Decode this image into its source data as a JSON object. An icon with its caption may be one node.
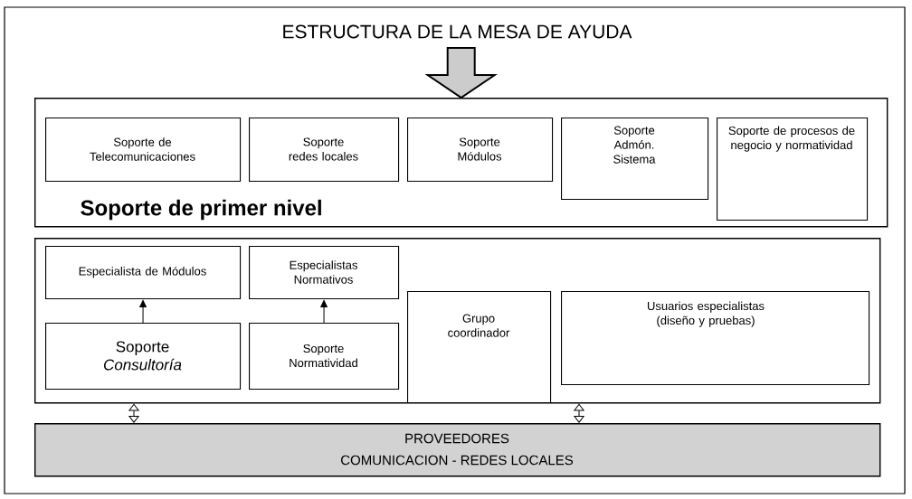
{
  "diagram": {
    "title": "ESTRUCTURA DE LA MESA DE AYUDA",
    "nodes": [
      {
        "text": [
          "Soporte de primer nivel"
        ]
      },
      {
        "text": [
          "Soporte de Telecomunicaciones"
        ],
        "in": 0
      },
      {
        "text": [
          "Soporte redes locales"
        ],
        "in": 0
      },
      {
        "text": [
          "Soporte Módulos"
        ],
        "in": 0
      },
      {
        "text": [
          "Soporte Admón. Sistema"
        ],
        "in": 0
      },
      {
        "text": [
          "Soporte de procesos de negocio y normatividad"
        ],
        "in": 0
      },
      {
        "text": [],
        "shape": "box"
      },
      {
        "text": [
          "Especialista de Módulos"
        ],
        "in": 6
      },
      {
        "text": [
          "Especialistas Normativos"
        ],
        "in": 6
      },
      {
        "text": [
          "Soporte *Consultoría*"
        ],
        "in": 6
      },
      {
        "text": [
          "Soporte Normatividad"
        ],
        "in": 6
      },
      {
        "text": [
          "Grupo coordinador"
        ],
        "in": 6
      },
      {
        "text": [
          "Usuarios especialistas (diseño y pruebas)"
        ],
        "in": 6
      },
      {
        "text": [
          "PROVEEDORES",
          "COMUNICACION - REDES LOCALES"
        ]
      }
    ],
    "edges": [
      {
        "from": null,
        "to": 0,
        "arrow": "to",
        "style": "thick"
      },
      {
        "from": 9,
        "to": 7,
        "arrow": "to"
      },
      {
        "from": 10,
        "to": 8,
        "arrow": "to"
      },
      {
        "from": 6,
        "to": 13,
        "arrow": "both"
      },
      {
        "from": 6,
        "to": 13,
        "arrow": "both"
      }
    ]
  }
}
